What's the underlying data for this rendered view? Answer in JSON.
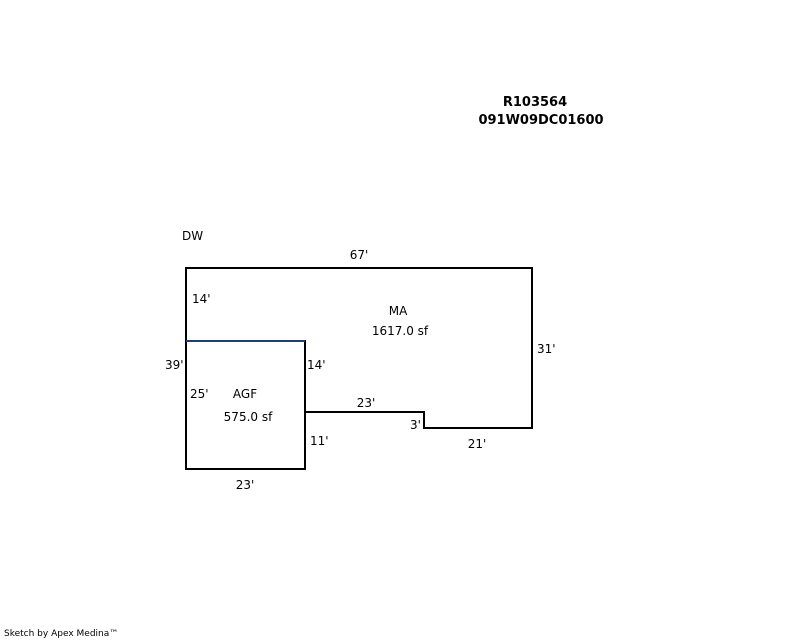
{
  "header": {
    "parcel_id": "R103564",
    "map_number": "091W09DC01600"
  },
  "dw_label": "DW",
  "areas": {
    "ma": {
      "name": "MA",
      "area": "1617.0 sf"
    },
    "agf": {
      "name": "AGF",
      "area": "575.0 sf"
    }
  },
  "dimensions": {
    "ma_top": "67'",
    "ma_left_upper": "14'",
    "ma_left_total": "39'",
    "ma_right": "31'",
    "ma_bottom_right": "21'",
    "ma_notch": "3'",
    "ma_bottom_mid": "23'",
    "agf_right_upper": "14'",
    "agf_right_lower": "11'",
    "agf_left": "25'",
    "agf_bottom": "23'"
  },
  "footer": {
    "credit": "Sketch by Apex Medina™"
  },
  "colors": {
    "outline": "#000000",
    "shared_wall": "#1f3f6f"
  }
}
